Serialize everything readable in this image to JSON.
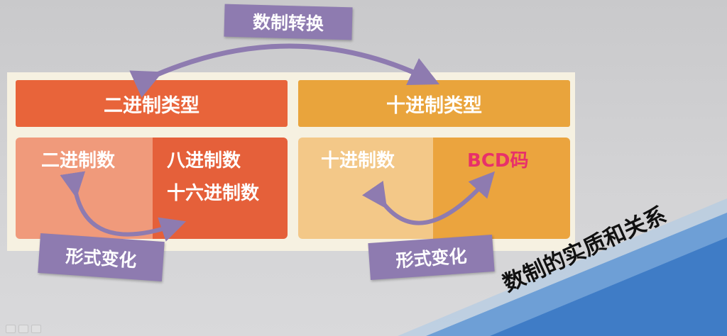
{
  "slide": {
    "conversion_tag": "数制转换",
    "binary_header": "二进制类型",
    "decimal_header": "十进制类型",
    "binary_items": {
      "first": "二进制数",
      "second_line1": "八进制数",
      "second_line2": "十六进制数"
    },
    "decimal_items": {
      "first": "十进制数",
      "second": "BCD码"
    },
    "form_change_left": "形式变化",
    "form_change_right": "形式变化",
    "corner_title": "数制的实质和关系"
  },
  "colors": {
    "binary_header": "#e8643a",
    "decimal_header": "#e9a43c",
    "tag_purple": "#8e7bb0",
    "bcd_text": "#e8306a",
    "banner_blue": "#3f7cc6"
  },
  "icons": {
    "top_arrow": "double-headed-curved-arrow",
    "left_arrow": "double-headed-curved-arrow",
    "right_arrow": "double-headed-curved-arrow"
  }
}
